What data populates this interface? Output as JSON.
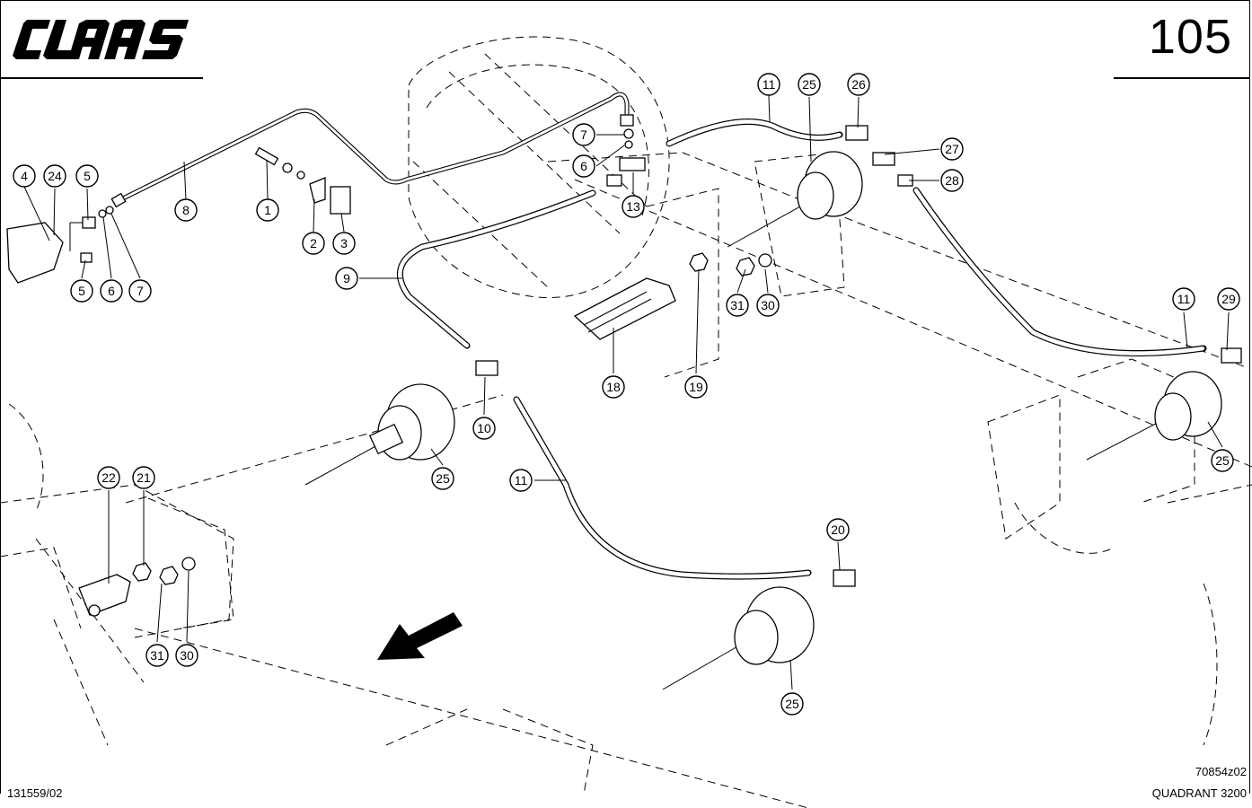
{
  "header": {
    "brand": "CLAAS",
    "page_number": "105"
  },
  "footer": {
    "doc_number": "131559/02",
    "ref_code": "70854z02",
    "model": "QUADRANT 3200"
  },
  "callouts": [
    {
      "id": "c4",
      "label": "4"
    },
    {
      "id": "c24",
      "label": "24"
    },
    {
      "id": "c5a",
      "label": "5"
    },
    {
      "id": "c5b",
      "label": "5"
    },
    {
      "id": "c6a",
      "label": "6"
    },
    {
      "id": "c7a",
      "label": "7"
    },
    {
      "id": "c8",
      "label": "8"
    },
    {
      "id": "c1",
      "label": "1"
    },
    {
      "id": "c2",
      "label": "2"
    },
    {
      "id": "c3",
      "label": "3"
    },
    {
      "id": "c9",
      "label": "9"
    },
    {
      "id": "c7b",
      "label": "7"
    },
    {
      "id": "c6b",
      "label": "6"
    },
    {
      "id": "c13",
      "label": "13"
    },
    {
      "id": "c11a",
      "label": "11"
    },
    {
      "id": "c25a",
      "label": "25"
    },
    {
      "id": "c26",
      "label": "26"
    },
    {
      "id": "c27",
      "label": "27"
    },
    {
      "id": "c28",
      "label": "28"
    },
    {
      "id": "c31a",
      "label": "31"
    },
    {
      "id": "c30a",
      "label": "30"
    },
    {
      "id": "c18",
      "label": "18"
    },
    {
      "id": "c19",
      "label": "19"
    },
    {
      "id": "c10",
      "label": "10"
    },
    {
      "id": "c25b",
      "label": "25"
    },
    {
      "id": "c11b",
      "label": "11"
    },
    {
      "id": "c11c",
      "label": "11"
    },
    {
      "id": "c29",
      "label": "29"
    },
    {
      "id": "c25c",
      "label": "25"
    },
    {
      "id": "c22",
      "label": "22"
    },
    {
      "id": "c21",
      "label": "21"
    },
    {
      "id": "c31b",
      "label": "31"
    },
    {
      "id": "c30b",
      "label": "30"
    },
    {
      "id": "c20",
      "label": "20"
    },
    {
      "id": "c25d",
      "label": "25"
    }
  ]
}
